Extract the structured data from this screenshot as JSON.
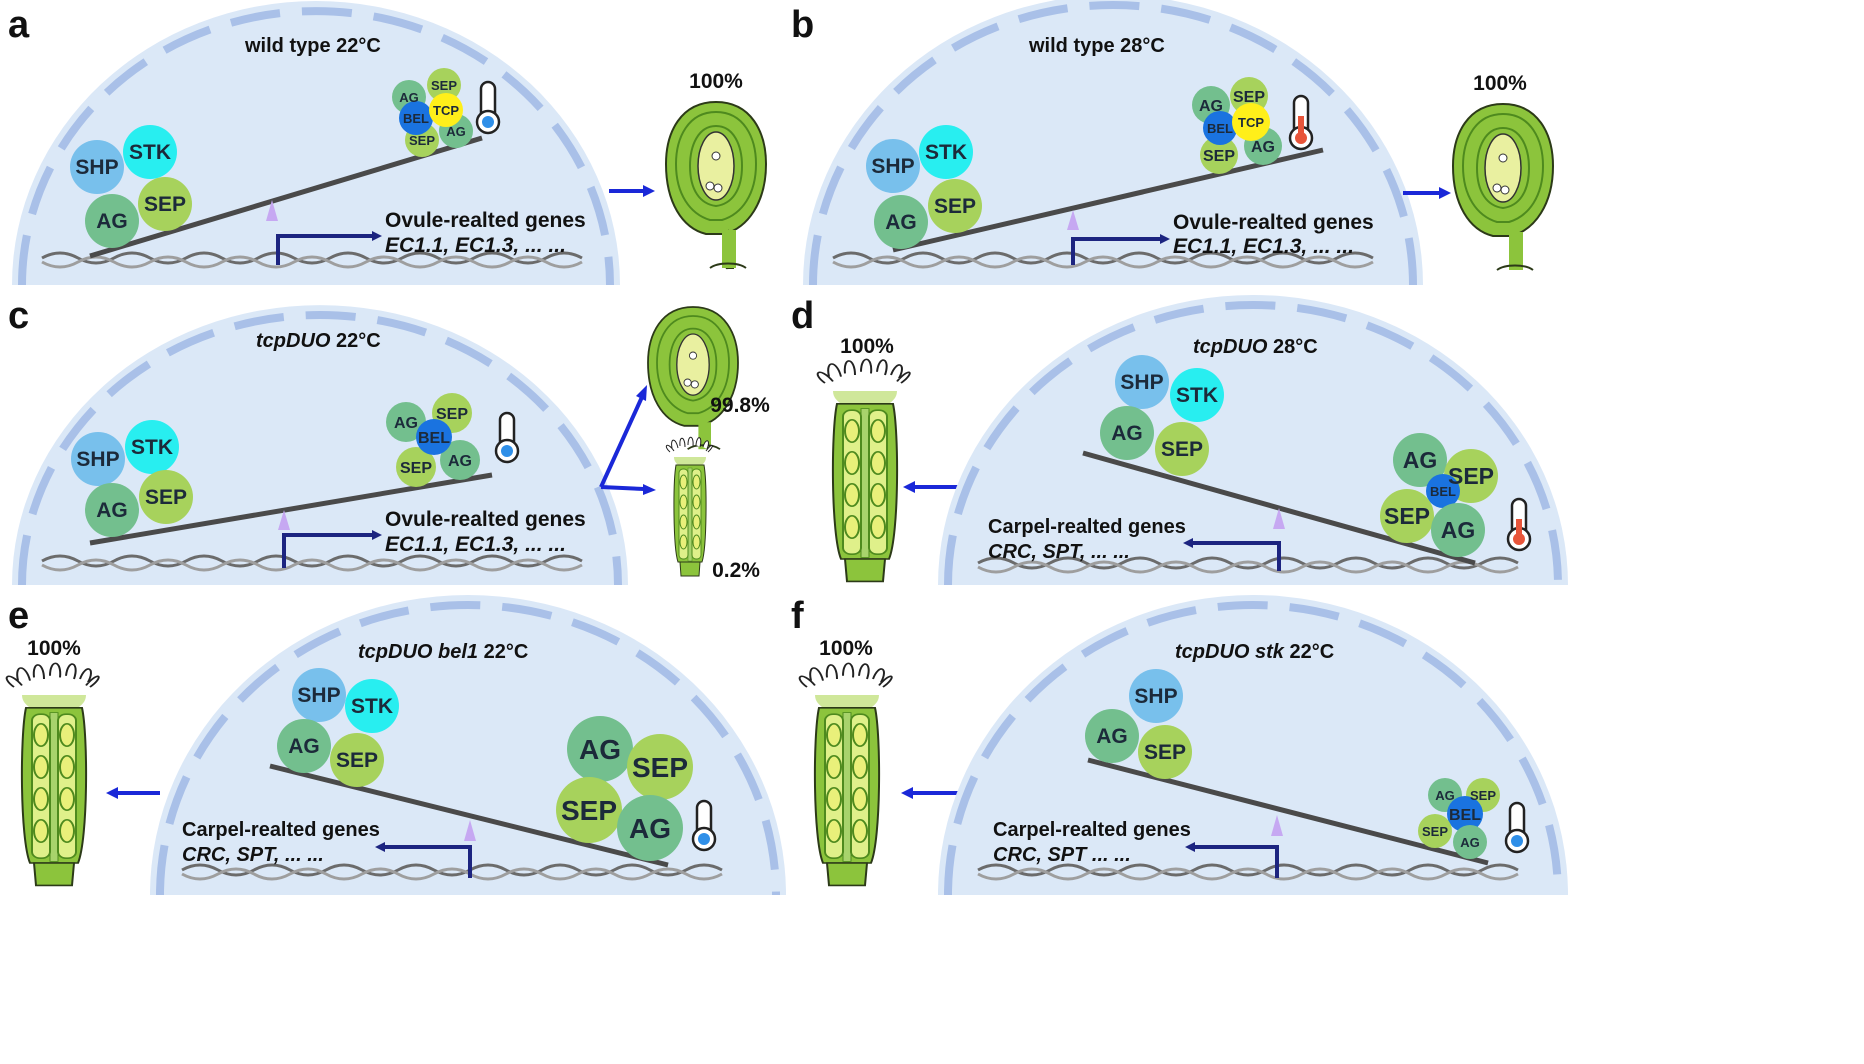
{
  "panels": [
    {
      "letter": "a",
      "genotype": "wild type",
      "temperature": "22°C",
      "thermometer": "cold",
      "complex": [
        "AG",
        "SEP",
        "TCP",
        "BEL",
        "AG",
        "SEP"
      ],
      "genes_title": "Ovule-realted genes",
      "genes_list": "EC1.1, EC1.3, ... ...",
      "outcomes": [
        {
          "label": "100%",
          "organ": "ovule"
        }
      ]
    },
    {
      "letter": "b",
      "genotype": "wild type",
      "temperature": "28°C",
      "thermometer": "hot",
      "complex": [
        "AG",
        "SEP",
        "BEL",
        "TCP",
        "SEP",
        "AG"
      ],
      "genes_title": "Ovule-realted genes",
      "genes_list": "EC1.1, EC1.3, ... ...",
      "outcomes": [
        {
          "label": "100%",
          "organ": "ovule"
        }
      ]
    },
    {
      "letter": "c",
      "genotype": "tcpDUO",
      "temperature": "22°C",
      "thermometer": "cold",
      "complex": [
        "AG",
        "SEP",
        "BEL",
        "SEP",
        "AG"
      ],
      "genes_title": "Ovule-realted genes",
      "genes_list": "EC1.1, EC1.3, ... ...",
      "outcomes": [
        {
          "label": "99.8%",
          "organ": "ovule"
        },
        {
          "label": "0.2%",
          "organ": "carpel"
        }
      ]
    },
    {
      "letter": "d",
      "genotype": "tcpDUO",
      "temperature": "28°C",
      "thermometer": "hot",
      "complex": [
        "AG",
        "SEP",
        "BEL",
        "SEP",
        "AG"
      ],
      "genes_title": "Carpel-realted genes",
      "genes_list": "CRC, SPT, ... ...",
      "outcomes": [
        {
          "label": "100%",
          "organ": "carpel"
        }
      ]
    },
    {
      "letter": "e",
      "genotype": "tcpDUO bel1",
      "temperature": "22°C",
      "thermometer": "cold",
      "complex": [
        "AG",
        "SEP",
        "SEP",
        "AG"
      ],
      "genes_title": "Carpel-realted genes",
      "genes_list": "CRC, SPT, ... ...",
      "outcomes": [
        {
          "label": "100%",
          "organ": "carpel"
        }
      ]
    },
    {
      "letter": "f",
      "genotype": "tcpDUO stk",
      "temperature": "22°C",
      "thermometer": "cold",
      "complex": [
        "AG",
        "SEP",
        "BEL",
        "SEP",
        "AG"
      ],
      "genes_title": "Carpel-realted genes",
      "genes_list": "CRC, SPT ... ...",
      "outcomes": [
        {
          "label": "100%",
          "organ": "carpel"
        }
      ]
    }
  ],
  "left_group_a": [
    "SHP",
    "STK",
    "AG",
    "SEP"
  ],
  "left_group_f": [
    "SHP",
    "AG",
    "SEP"
  ],
  "colors": {
    "cell_fill": "#dbe8f7",
    "cell_wall": "#a9c0e8",
    "SHP": "#78c0ec",
    "STK": "#28eef0",
    "AG": "#73bf8e",
    "SEP": "#a7d25c",
    "BEL": "#1a73e0",
    "TCP": "#ffef1a",
    "arrow": "#1a28d8",
    "promoter": "#1c2480",
    "triangle": "#c6a8f2",
    "organ_green": "#8cc43c",
    "organ_dark": "#4e8a1e",
    "ovule_center": "#e9f0a0",
    "thermo_cold": "#2f8fe8",
    "thermo_hot": "#e8553a"
  }
}
